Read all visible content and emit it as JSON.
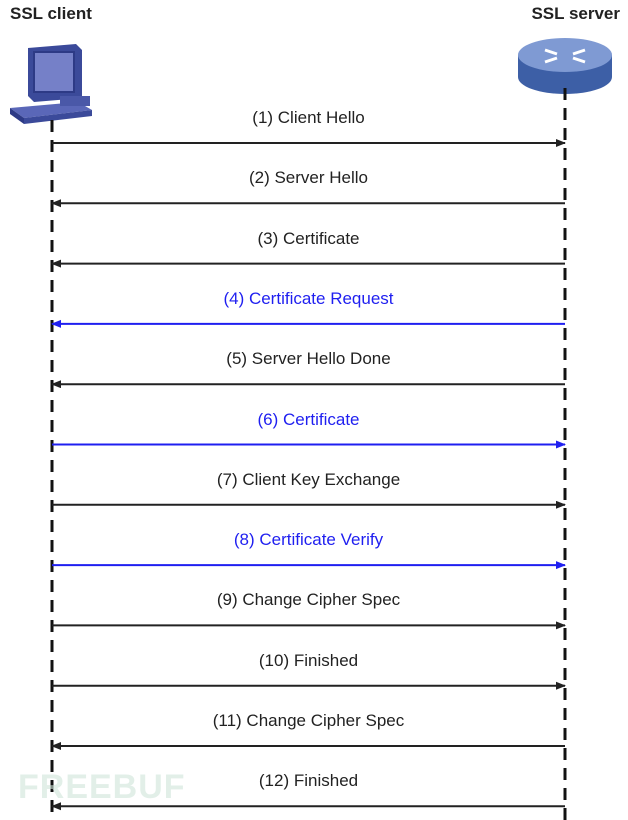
{
  "client": {
    "label": "SSL client",
    "icon": "computer-icon"
  },
  "server": {
    "label": "SSL server",
    "icon": "router-icon"
  },
  "colors": {
    "default": "#222222",
    "optional": "#1f1ff0"
  },
  "messages": [
    {
      "label": "(1) Client Hello",
      "direction": "to-server",
      "optional": false
    },
    {
      "label": "(2) Server Hello",
      "direction": "to-client",
      "optional": false
    },
    {
      "label": "(3) Certificate",
      "direction": "to-client",
      "optional": false
    },
    {
      "label": "(4) Certificate Request",
      "direction": "to-client",
      "optional": true
    },
    {
      "label": "(5) Server Hello Done",
      "direction": "to-client",
      "optional": false
    },
    {
      "label": "(6) Certificate",
      "direction": "to-server",
      "optional": true
    },
    {
      "label": "(7) Client Key Exchange",
      "direction": "to-server",
      "optional": false
    },
    {
      "label": "(8) Certificate Verify",
      "direction": "to-server",
      "optional": true
    },
    {
      "label": "(9) Change Cipher Spec",
      "direction": "to-server",
      "optional": false
    },
    {
      "label": "(10) Finished",
      "direction": "to-server",
      "optional": false
    },
    {
      "label": "(11) Change Cipher Spec",
      "direction": "to-client",
      "optional": false
    },
    {
      "label": "(12) Finished",
      "direction": "to-client",
      "optional": false
    }
  ],
  "watermark": "FREEBUF"
}
